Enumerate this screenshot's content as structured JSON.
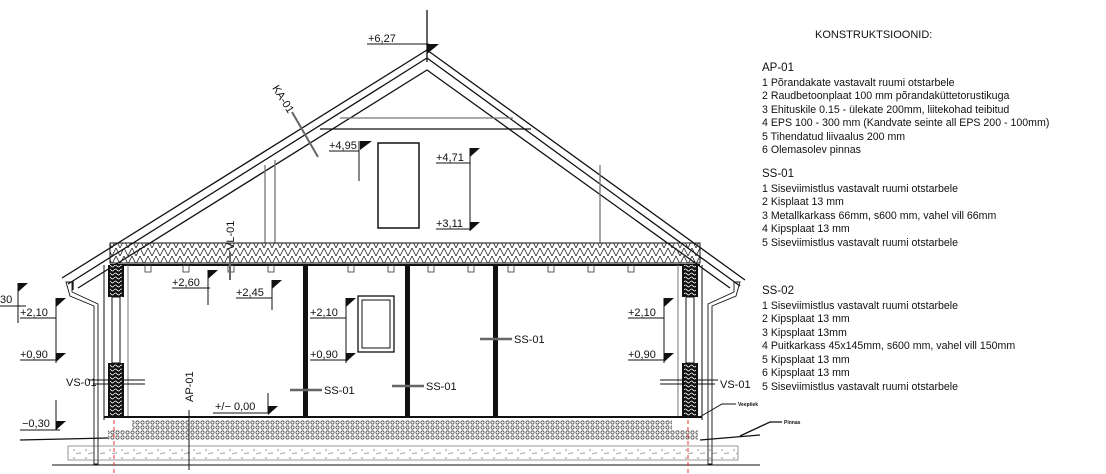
{
  "drawing": {
    "levels": {
      "ridge": "+6,27",
      "attic_floor": "+4,95",
      "gable_window_top": "+4,71",
      "gable_window_bottom": "+3,11",
      "ceiling_left": "+2,60",
      "ceiling_inner": "+2,45",
      "left_cut": "30",
      "window_top_left": "+2,10",
      "window_bottom_left": "+0,90",
      "window_top_mid": "+2,10",
      "window_bottom_mid": "+0,90",
      "window_top_right": "+2,10",
      "window_bottom_right": "+0,90",
      "floor": "+/− 0,00",
      "ground": "−0,30"
    },
    "tags": {
      "roof": "KA-01",
      "ceiling": "VL-01",
      "floor": "AP-01",
      "ext_wall_left": "VS-01",
      "ext_wall_right": "VS-01",
      "int_wall_1": "SS-01",
      "int_wall_2": "SS-01",
      "int_wall_3": "SS-01",
      "drip": "Veepiiek",
      "ground_label": "Pinnas"
    }
  },
  "legend": {
    "title": "KONSTRUKTSIOONID:",
    "groups": [
      {
        "code": "AP-01",
        "items": [
          "1 Põrandakate vastavalt ruumi otstarbele",
          "2 Raudbetoonplaat 100 mm põrandaküttetorustikuga",
          "3 Ehituskile 0.15 - ülekate 200mm, liitekohad teibitud",
          "4 EPS 100 - 300 mm (Kandvate seinte all EPS 200 - 100mm)",
          "5 Tihendatud liivaalus 200 mm",
          "6 Olemasolev pinnas"
        ]
      },
      {
        "code": "SS-01",
        "items": [
          "1 Siseviimistlus vastavalt ruumi otstarbele",
          "2 Kisplaat 13 mm",
          "3 Metallkarkass 66mm, s600 mm, vahel vill 66mm",
          "4 Kipsplaat 13 mm",
          "5 Siseviimistlus vastavalt ruumi otstarbele"
        ]
      },
      {
        "code": "SS-02",
        "items": [
          "1 Siseviimistlus vastavalt ruumi otstarbele",
          "2 Kipsplaat 13 mm",
          "3 Kipsplaat 13mm",
          "4 Puitkarkass 45x145mm, s600 mm, vahel vill 150mm",
          "5 Kipsplaat 13 mm",
          "6 Kipsplaat 13 mm",
          "5 Siseviimistlus vastavalt ruumi otstarbele"
        ]
      }
    ]
  }
}
